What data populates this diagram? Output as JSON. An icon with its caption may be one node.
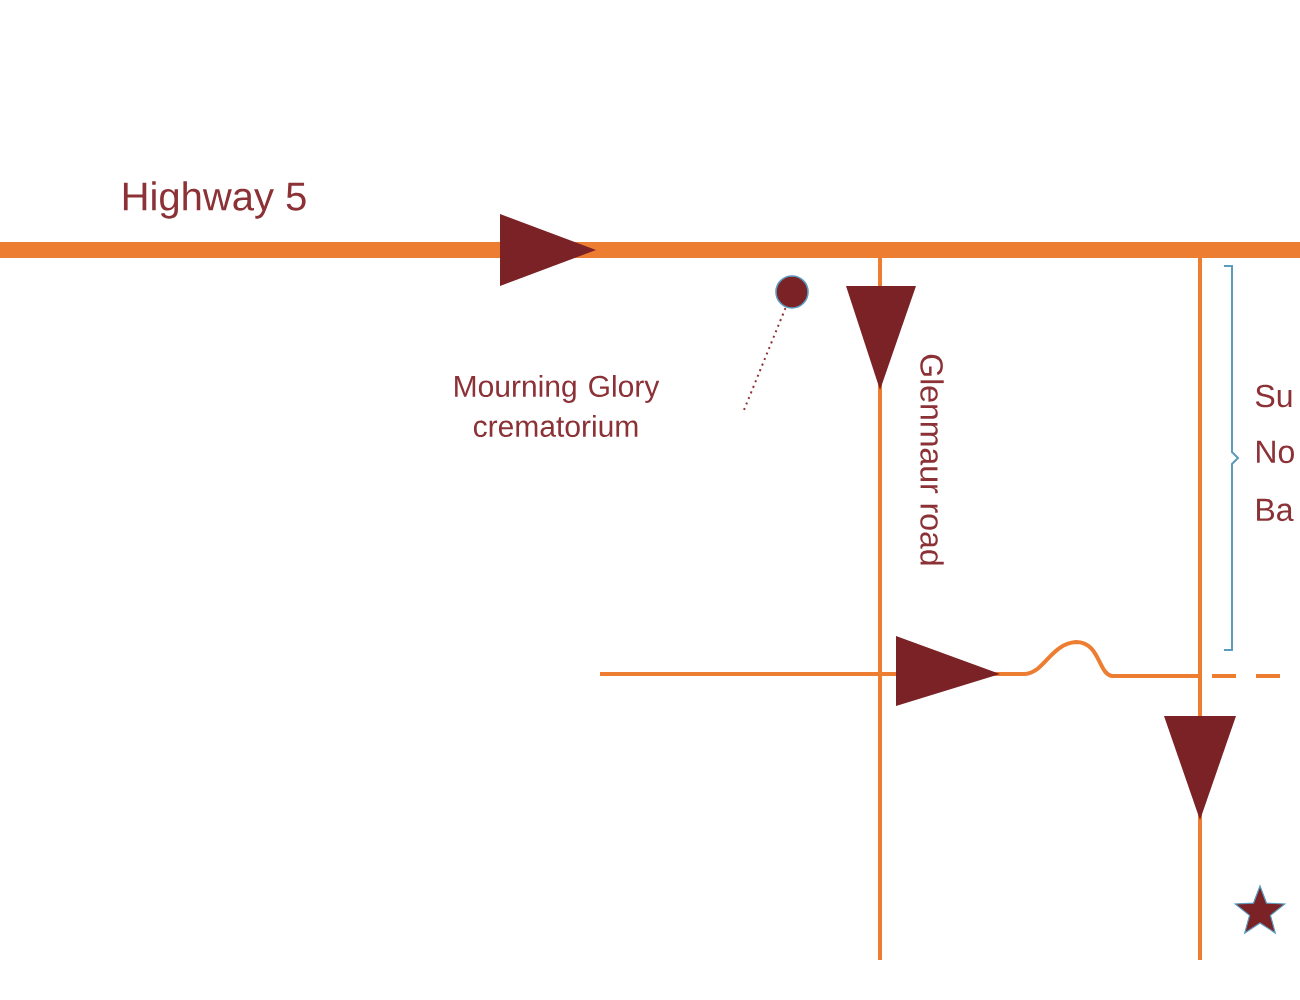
{
  "diagram": {
    "nodes": [
      {
        "text": [
          "Mourning Glory crematorium"
        ]
      },
      {
        "text": [],
        "shape": "circle"
      }
    ],
    "edges": [
      {
        "from": 0,
        "to": 1,
        "arrow": "none",
        "style": "dashed"
      }
    ],
    "labels": [
      "Highway 5",
      "Glenmaur road",
      "Su",
      "No",
      "Ba"
    ]
  }
}
